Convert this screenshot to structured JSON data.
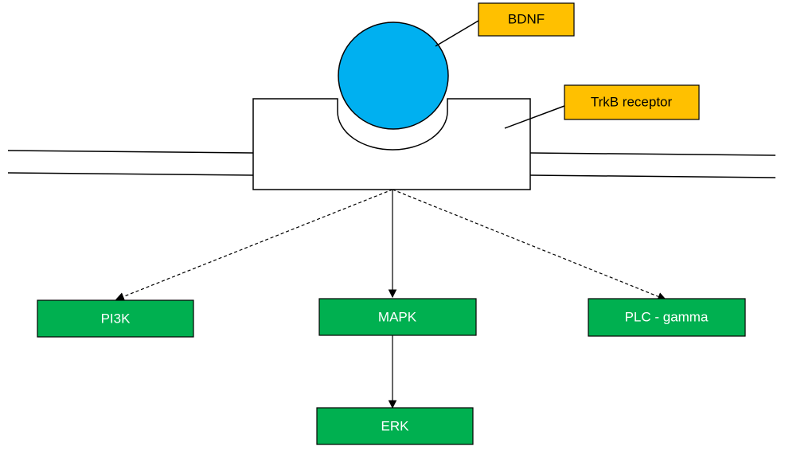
{
  "labels": {
    "ligand": "BDNF",
    "receptor": "TrkB receptor"
  },
  "pathways": {
    "pi3k": "PI3K",
    "mapk": "MAPK",
    "plc": "PLC - gamma",
    "erk": "ERK"
  },
  "colors": {
    "ligand_fill": "#00B0F0",
    "callout_fill": "#FFC000",
    "pathway_fill": "#00B050",
    "line": "#000000"
  }
}
